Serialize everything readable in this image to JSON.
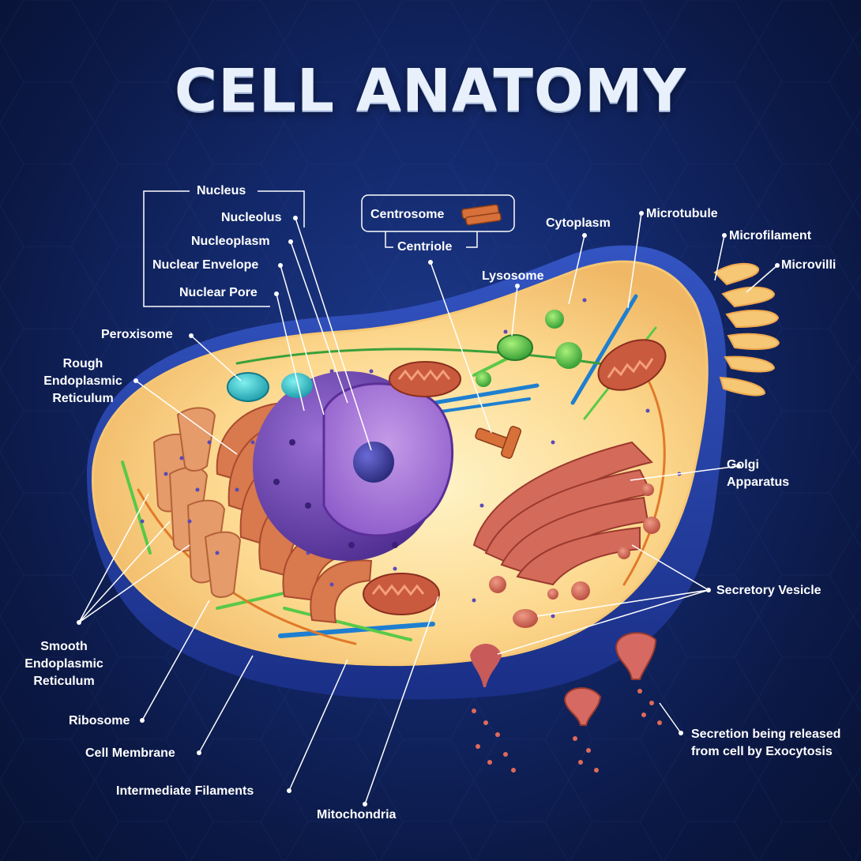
{
  "title": "CELL ANATOMY",
  "labels": {
    "nucleus": "Nucleus",
    "nucleolus": "Nucleolus",
    "nucleoplasm": "Nucleoplasm",
    "nuclear_envelope": "Nuclear Envelope",
    "nuclear_pore": "Nuclear Pore",
    "centrosome": "Centrosome",
    "centriole": "Centriole",
    "cytoplasm": "Cytoplasm",
    "microtubule": "Microtubule",
    "microfilament": "Microfilament",
    "microvilli": "Microvilli",
    "lysosome": "Lysosome",
    "peroxisome": "Peroxisome",
    "rough_er": "Rough Endoplasmic Reticulum",
    "golgi": "Golgi Apparatus",
    "secretory_vesicle": "Secretory Vesicle",
    "smooth_er": "Smooth Endoplasmic Reticulum",
    "ribosome": "Ribosome",
    "cell_membrane": "Cell Membrane",
    "intermediate_filaments": "Intermediate Filaments",
    "mitochondria": "Mitochondria",
    "secretion": "Secretion being released from cell by Exocytosis"
  },
  "colors": {
    "background": "#142a6e",
    "cytoplasm": "#fbd58a",
    "membrane": "#2c4ab0",
    "nucleus": "#7a4bb8",
    "organelle_red": "#d0604a",
    "leader_line": "#ffffff"
  }
}
